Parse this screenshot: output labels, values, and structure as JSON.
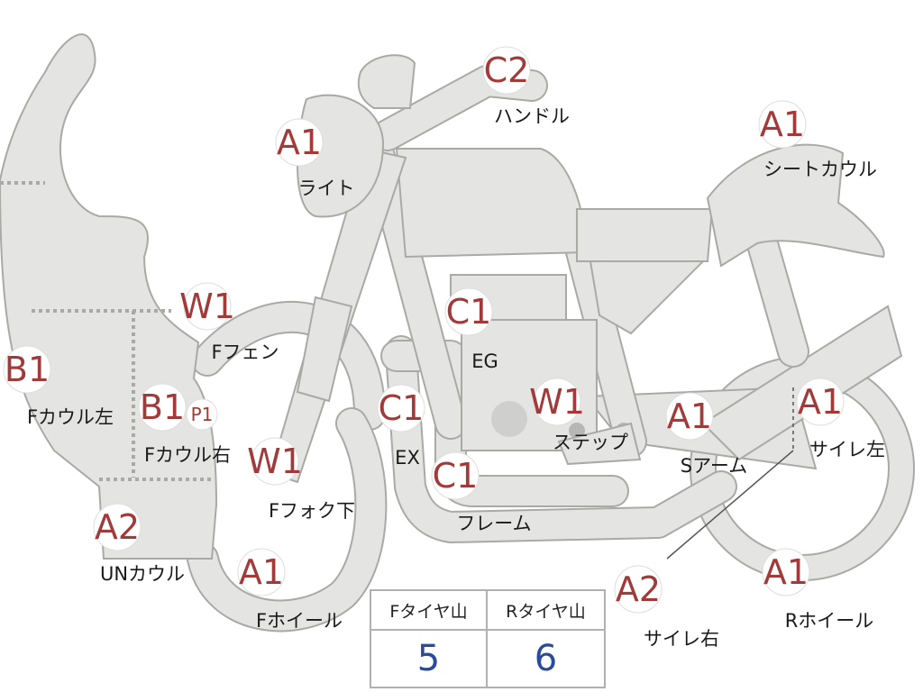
{
  "parts": [
    {
      "id": "c2-handle",
      "grade": "C2",
      "label": "ハンドル"
    },
    {
      "id": "a1-light",
      "grade": "A1",
      "label": "ライト"
    },
    {
      "id": "a1-seatcowl",
      "grade": "A1",
      "label": "シートカウル"
    },
    {
      "id": "w1-ffender",
      "grade": "W1",
      "label": "Fフェン"
    },
    {
      "id": "c1-eg",
      "grade": "C1",
      "label": "EG"
    },
    {
      "id": "b1-fcowl-left",
      "grade": "B1",
      "label": "Fカウル左"
    },
    {
      "id": "b1-fcowl-right",
      "grade": "B1",
      "label": "Fカウル右"
    },
    {
      "id": "p1",
      "grade": "P1",
      "label": ""
    },
    {
      "id": "c1-ex",
      "grade": "C1",
      "label": "EX"
    },
    {
      "id": "w1-step",
      "grade": "W1",
      "label": "ステップ"
    },
    {
      "id": "a1-sarm",
      "grade": "A1",
      "label": "Sアーム"
    },
    {
      "id": "a1-silencer-l",
      "grade": "A1",
      "label": "サイレ左"
    },
    {
      "id": "w1-ffork",
      "grade": "W1",
      "label": "Fフォク下"
    },
    {
      "id": "c1-frame",
      "grade": "C1",
      "label": "フレーム"
    },
    {
      "id": "a2-uncowl",
      "grade": "A2",
      "label": "UNカウル"
    },
    {
      "id": "a1-fwheel",
      "grade": "A1",
      "label": "Fホイール"
    },
    {
      "id": "a2-silencer-r",
      "grade": "A2",
      "label": "サイレ右"
    },
    {
      "id": "a1-rwheel",
      "grade": "A1",
      "label": "Rホイール"
    }
  ],
  "tire_table": {
    "front_header": "Fタイヤ山",
    "rear_header": "Rタイヤ山",
    "front_value": "5",
    "rear_value": "6"
  },
  "colors": {
    "grade": "#a23a3a",
    "tire_value": "#2a4a9a",
    "part_fill": "#e4e5e2",
    "part_stroke": "#a8aaa6"
  }
}
